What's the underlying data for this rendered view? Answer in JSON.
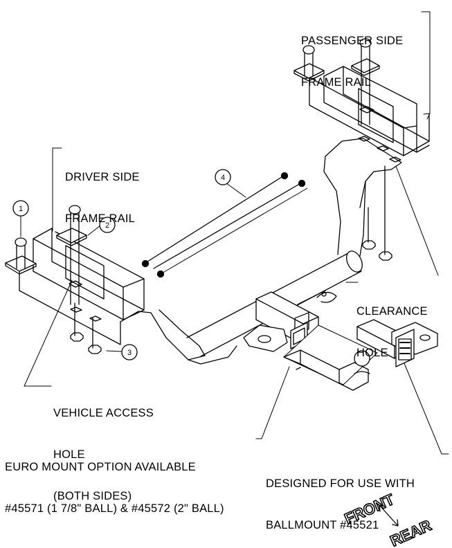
{
  "labels": {
    "passenger_rail": [
      "PASSENGER SIDE",
      "FRAME RAIL"
    ],
    "driver_rail": [
      "DRIVER SIDE",
      "FRAME RAIL"
    ],
    "clearance_hole": [
      "CLEARANCE",
      "HOLE"
    ],
    "vehicle_access": [
      "VEHICLE ACCESS",
      "HOLE",
      "(BOTH SIDES)"
    ],
    "euro_mount": [
      "EURO MOUNT OPTION AVAILABLE",
      "#45571 (1 7/8\" BALL) & #45572 (2\" BALL)"
    ],
    "ballmount": [
      "DESIGNED FOR USE WITH",
      "BALLMOUNT #45521"
    ]
  },
  "callouts": [
    "1",
    "2",
    "3",
    "4"
  ],
  "compass": {
    "front": "FRONT",
    "rear": "REAR"
  }
}
